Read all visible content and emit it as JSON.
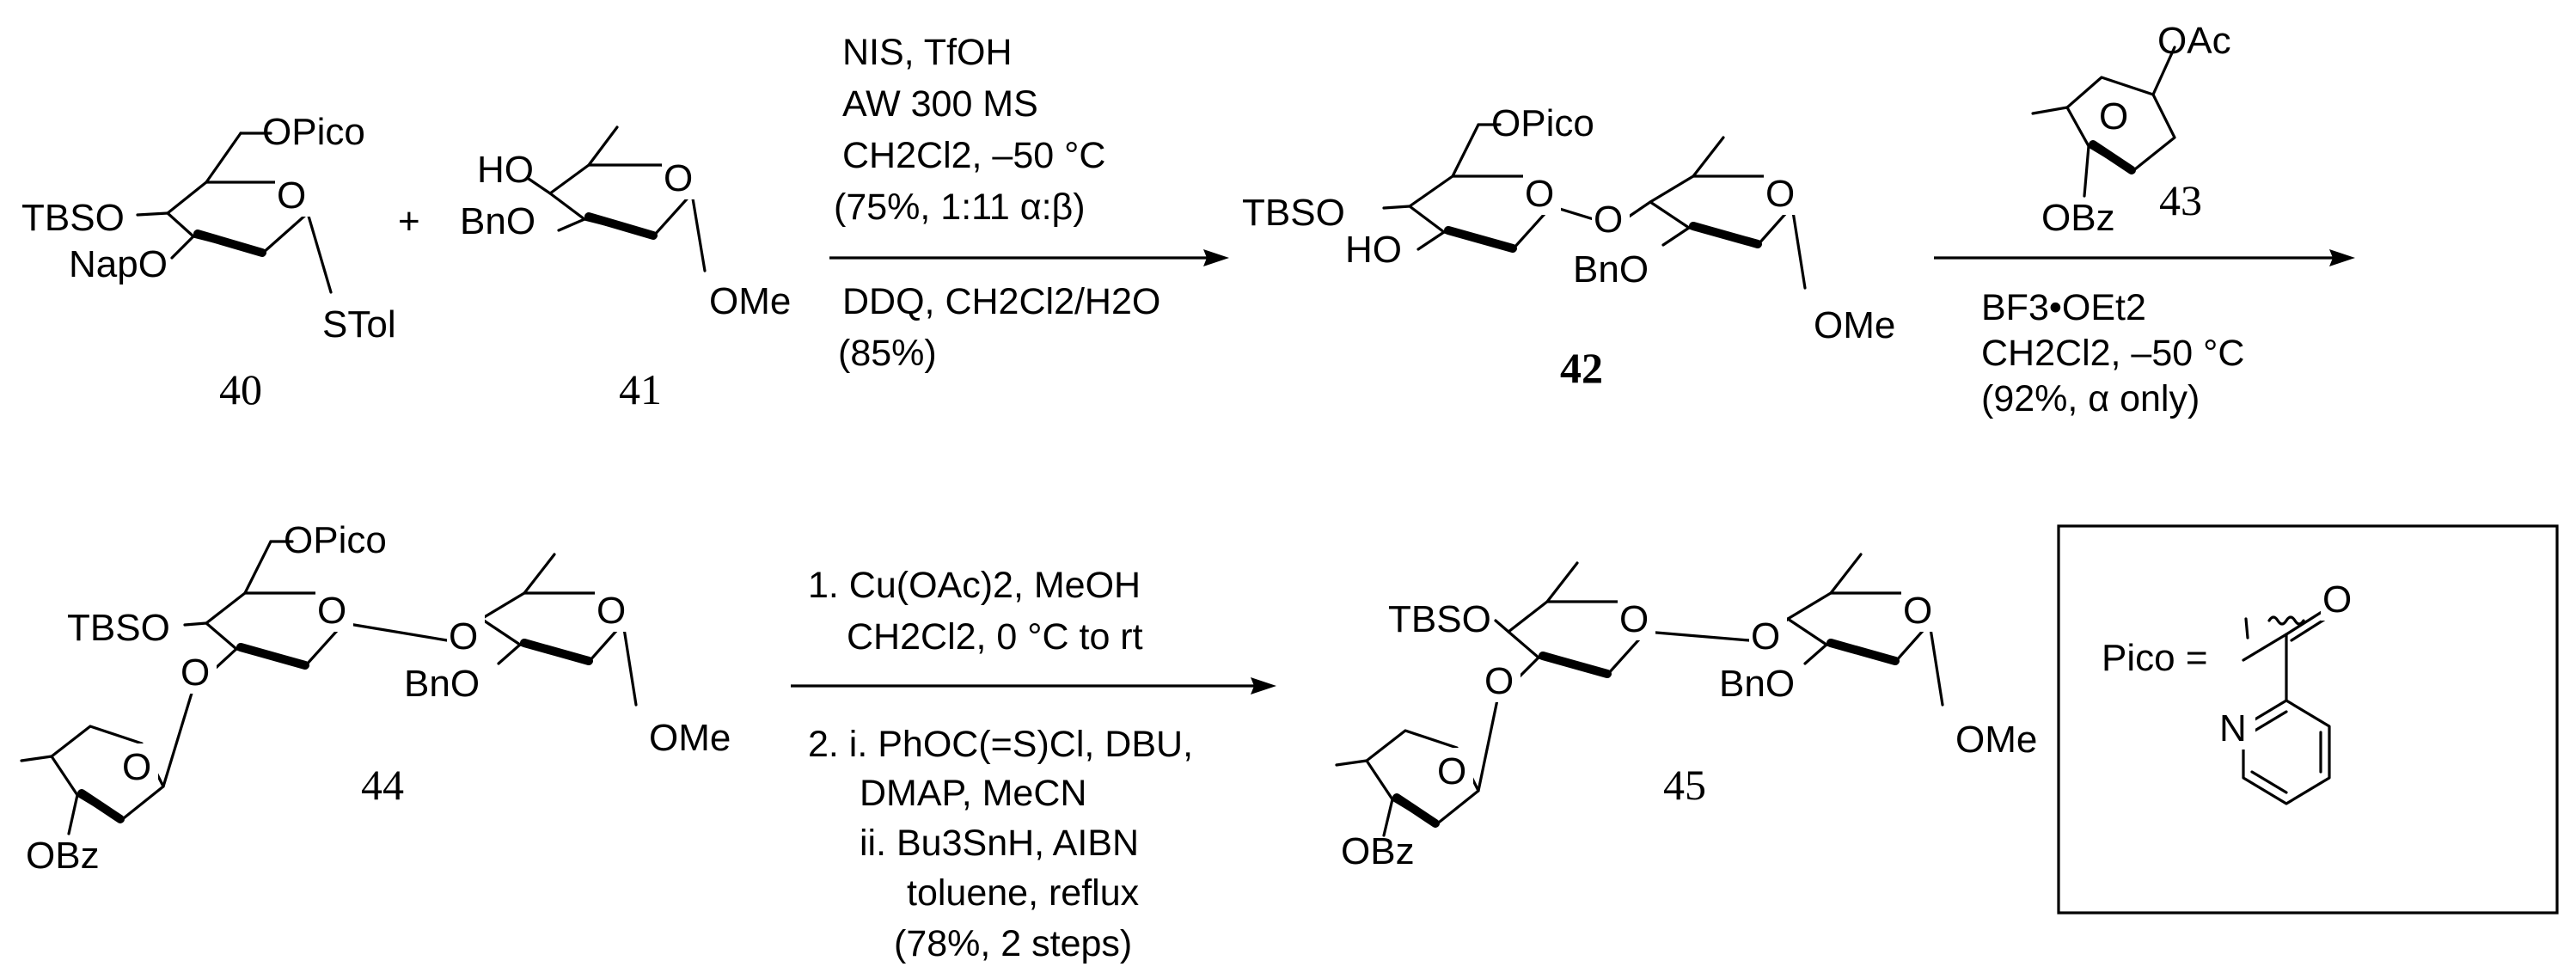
{
  "compounds": {
    "c40": {
      "label": "40",
      "groups": {
        "tbso": "TBSO",
        "napo": "NapO",
        "opico": "OPico",
        "stol": "STol"
      }
    },
    "c41": {
      "label": "41",
      "groups": {
        "ho": "HO",
        "bno": "BnO",
        "ome": "OMe"
      }
    },
    "c42": {
      "label": "42",
      "groups": {
        "tbso": "TBSO",
        "ho": "HO",
        "opico": "OPico",
        "bno": "BnO",
        "ome": "OMe"
      }
    },
    "c43": {
      "label": "43",
      "groups": {
        "oac": "OAc",
        "obz": "OBz"
      }
    },
    "c44": {
      "label": "44",
      "groups": {
        "tbso": "TBSO",
        "opico": "OPico",
        "bno": "BnO",
        "ome": "OMe",
        "obz": "OBz"
      }
    },
    "c45": {
      "label": "45",
      "groups": {
        "tbso": "TBSO",
        "bno": "BnO",
        "ome": "OMe",
        "obz": "OBz"
      }
    }
  },
  "ring_oxygen": "O",
  "plus": "+",
  "step1": {
    "above": [
      "NIS, TfOH",
      "AW 300 MS",
      "CH2Cl2, –50 °C",
      "(75%, 1:11 α:β)"
    ],
    "below": [
      "DDQ, CH2Cl2/H2O",
      "(85%)"
    ]
  },
  "step2": {
    "below": [
      "BF3•OEt2",
      "CH2Cl2, –50 °C",
      "(92%, α only)"
    ]
  },
  "step3": {
    "above": [
      "1. Cu(OAc)2, MeOH",
      "CH2Cl2, 0 °C to rt"
    ],
    "below": [
      "2. i. PhOC(=S)Cl, DBU,",
      "DMAP, MeCN",
      "ii. Bu3SnH, AIBN",
      "toluene, reflux",
      "(78%, 2 steps)"
    ]
  },
  "pico_box": {
    "label": "Pico =",
    "carbonyl_o": "O",
    "ring_n": "N"
  }
}
